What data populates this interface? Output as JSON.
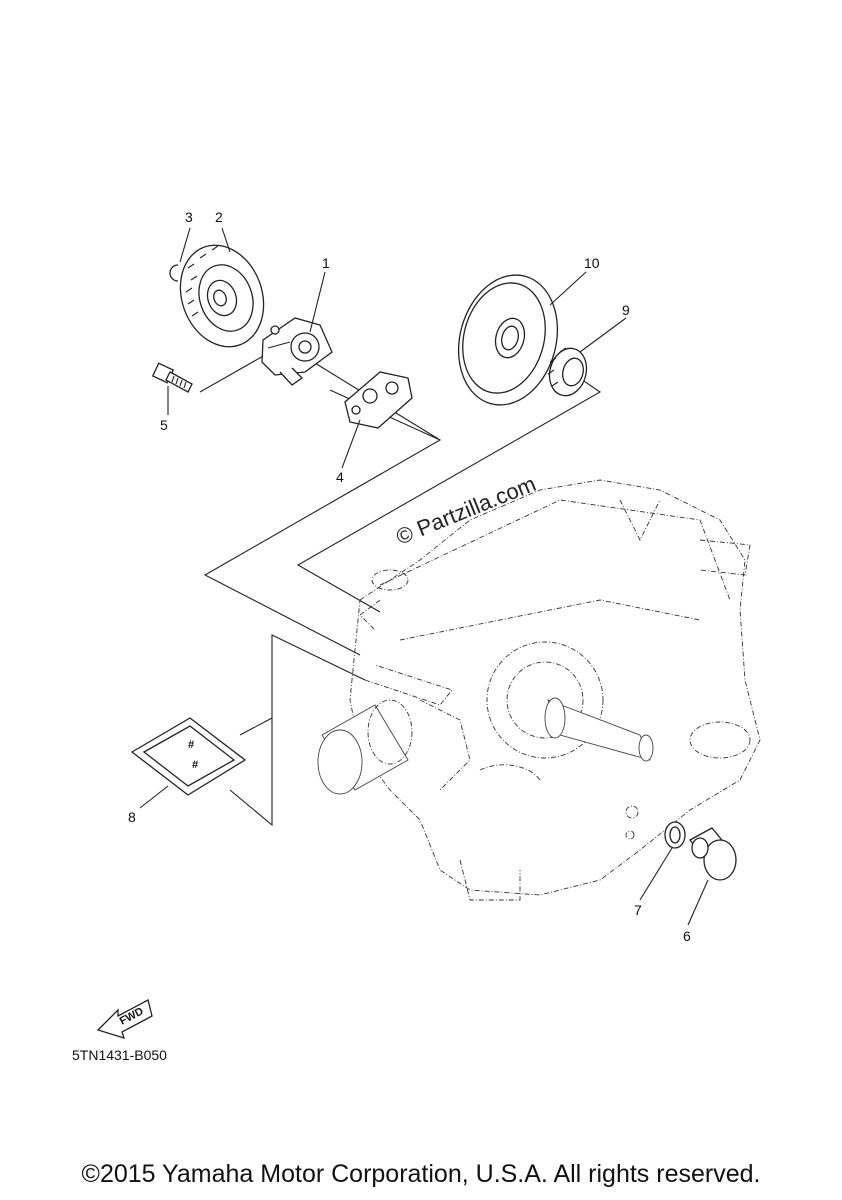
{
  "diagram": {
    "part_code": "5TN1431-B050",
    "watermark": "© Partzilla.com",
    "fwd_label": "FWD",
    "callouts": [
      "1",
      "2",
      "3",
      "4",
      "5",
      "6",
      "7",
      "8",
      "9",
      "10"
    ]
  },
  "footer": {
    "copyright": "©2015 Yamaha Motor Corporation, U.S.A. All rights reserved."
  }
}
